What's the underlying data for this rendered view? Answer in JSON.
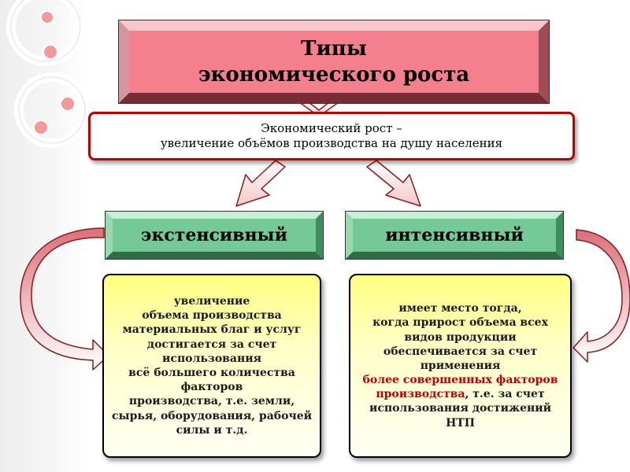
{
  "title": {
    "line1": "Типы",
    "line2": "экономического роста"
  },
  "definition": {
    "line1": "Экономический рост –",
    "line2": "увеличение объёмов производства на душу населения"
  },
  "types": {
    "extensive": {
      "label": "экстенсивный",
      "description_lines": [
        "увеличение",
        "объема производства",
        "материальных благ и услуг",
        "достигается за счет",
        "использования",
        "всё большего количества",
        "факторов",
        "производства, т.е. земли,",
        "сырья, оборудования, рабочей",
        "силы и т.д."
      ]
    },
    "intensive": {
      "label": "интенсивный",
      "description_lines": [
        "имеет место тогда,",
        "когда прирост объема всех",
        "видов продукции",
        "обеспечивается за счет",
        "применения"
      ],
      "highlight_line1": "более совершенных факторов",
      "highlight_part": "производства",
      "line_after_highlight": ", т.е. за счет",
      "trailing_lines": [
        "использования достижений",
        "НТП"
      ]
    }
  },
  "colors": {
    "title_fill": "#f26d7d",
    "definition_border": "#c00000",
    "green_fill": "#6cc48c",
    "yellow_fill": "#ffff80",
    "highlight_text": "#c00000"
  }
}
